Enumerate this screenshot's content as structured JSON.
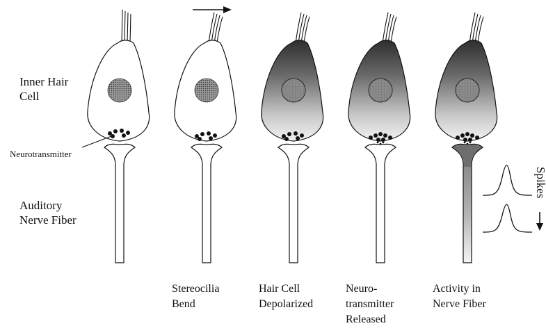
{
  "side_labels": {
    "inner_hair_cell": [
      "Inner Hair",
      "Cell"
    ],
    "neurotransmitter": "Neurotransmitter",
    "auditory_nerve_fiber": [
      "Auditory",
      "Nerve Fiber"
    ]
  },
  "stages": [
    {
      "id": "resting",
      "caption": []
    },
    {
      "id": "stereocilia-bend",
      "caption": [
        "Stereocilia",
        "Bend"
      ]
    },
    {
      "id": "hair-cell-depolarized",
      "caption": [
        "Hair Cell",
        "Depolarized"
      ]
    },
    {
      "id": "neurotransmitter-released",
      "caption": [
        "Neuro-",
        "transmitter",
        "Released"
      ]
    },
    {
      "id": "activity-in-nerve-fiber",
      "caption": [
        "Activity in",
        "Nerve Fiber"
      ]
    }
  ],
  "spikes_label": "Spikes",
  "colors": {
    "outline": "#1a1a1a",
    "nucleus_dark": "#555555",
    "nucleus_mid": "#8a8a8a",
    "shade_dark": "#3a3a3a",
    "shade_light": "#e6e6e6"
  }
}
